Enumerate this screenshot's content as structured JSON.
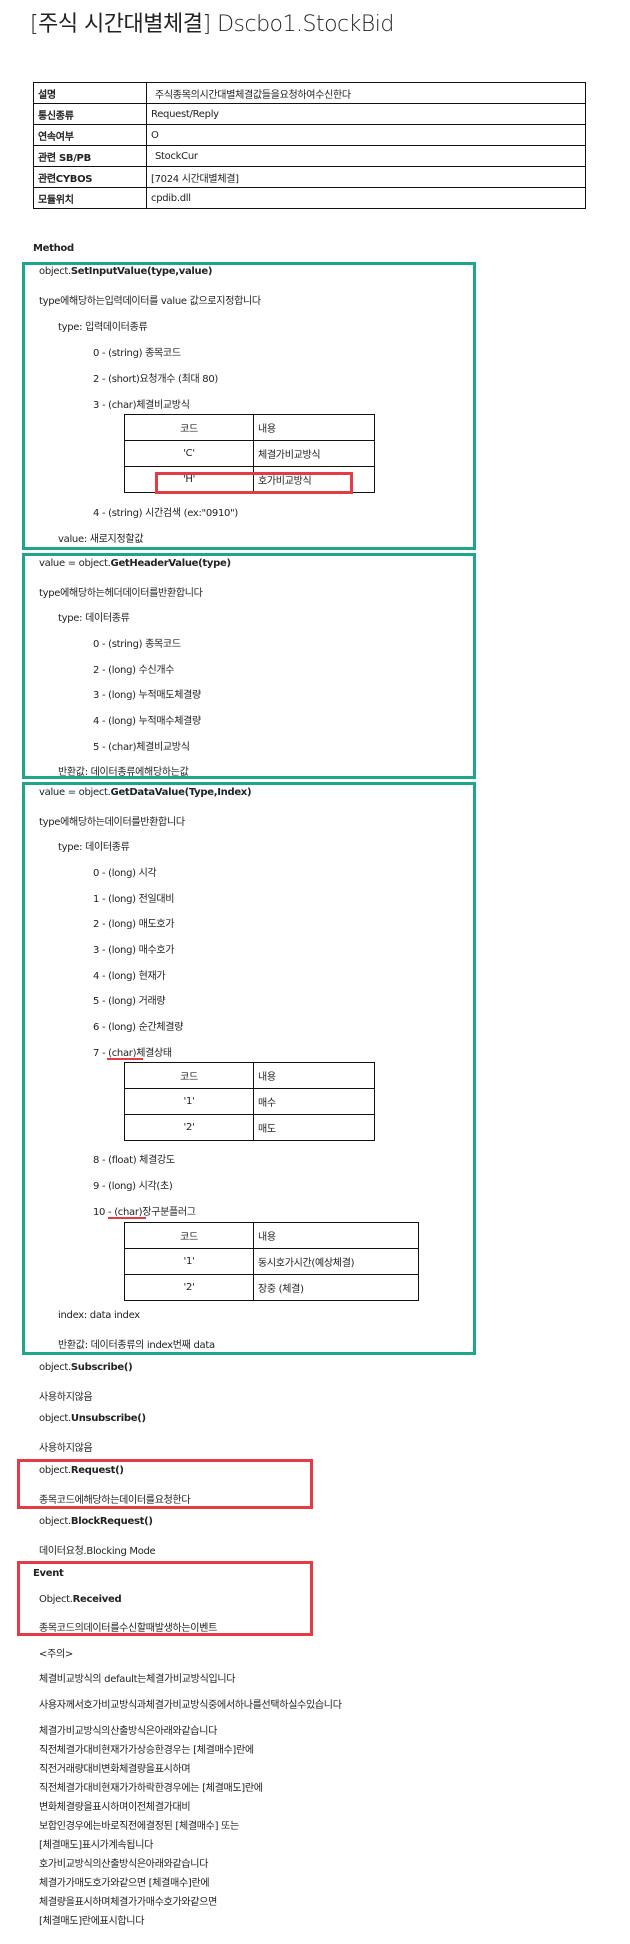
{
  "title": "[주식 시간대별체결] Dscbo1.StockBid",
  "info_table": [
    {
      "key": "설명",
      "value": "주식종목의시간대별체결값들을요청하여수신한다"
    },
    {
      "key": "통신종류",
      "value": "Request/Reply"
    },
    {
      "key": "연속여부",
      "value": "O"
    },
    {
      "key": "관련 SB/PB",
      "value": "StockCur"
    },
    {
      "key": "관련CYBOS",
      "value": "[7024 시간대별체결]"
    },
    {
      "key": "모듈위치",
      "value": "cpdib.dll"
    }
  ],
  "method_heading": "Method",
  "set_input": {
    "prefix": "object.",
    "name": "SetInputValue(type,value)",
    "desc": "type에해당하는입력데이터를 value 값으로지정합니다",
    "type_label": "type: 입력데이터종류",
    "items": [
      "0 - (string) 종목코드",
      "2 - (short)요청개수 (최대 80)",
      "3 - (char)체결비교방식"
    ],
    "table_header": [
      "코드",
      "내용"
    ],
    "table_rows": [
      [
        "'C'",
        "체결가비교방식"
      ],
      [
        "'H'",
        "호가비교방식"
      ]
    ],
    "item4": "4 - (string) 시간검색 (ex:\"0910\")",
    "value_label": "value: 새로지정할값"
  },
  "get_header": {
    "prefix": "value = object.",
    "name": "GetHeaderValue(type)",
    "desc": "type에해당하는헤더데이터를반환합니다",
    "type_label": "type: 데이터종류",
    "items": [
      "0 - (string) 종목코드",
      "2 - (long) 수신개수",
      "3 - (long) 누적매도체결량",
      "4 - (long) 누적매수체결량",
      "5 - (char)체결비교방식"
    ],
    "return_label": "반환값: 데이터종류에해당하는값"
  },
  "get_data": {
    "prefix": "value = object.",
    "name": "GetDataValue(Type,Index)",
    "desc": "type에해당하는데이터를반환합니다",
    "type_label": "type: 데이터종류",
    "items": [
      "0 - (long) 시각",
      "1 - (long) 전일대비",
      "2 - (long) 매도호가",
      "3 - (long) 매수호가",
      "4 - (long) 현재가",
      "5 - (long) 거래량",
      "6 - (long) 순간체결량"
    ],
    "item7": "7 - (char)체결상태",
    "table7_header": [
      "코드",
      "내용"
    ],
    "table7_rows": [
      [
        "'1'",
        "매수"
      ],
      [
        "'2'",
        "매도"
      ]
    ],
    "item8": "8 - (float) 체결강도",
    "item9": "9 - (long) 시각(초)",
    "item10": "10 - (char)장구분플러그",
    "table10_header": [
      "코드",
      "내용"
    ],
    "table10_rows": [
      [
        "'1'",
        "동시호가시간(예상체결)"
      ],
      [
        "'2'",
        "장중 (체결)"
      ]
    ],
    "index_label": "index: data index",
    "return_label": "반환값: 데이터종류의 index번째 data"
  },
  "subscribe": {
    "prefix": "object.",
    "name": "Subscribe()",
    "desc": "사용하지않음"
  },
  "unsubscribe": {
    "prefix": "object.",
    "name": "Unsubscribe()",
    "desc": "사용하지않음"
  },
  "request": {
    "prefix": "object.",
    "name": "Request()",
    "desc": "종목코드에해당하는데이터를요청한다"
  },
  "block_request": {
    "prefix": "object.",
    "name": "BlockRequest()",
    "desc": "데이터요청.Blocking Mode"
  },
  "event": {
    "heading": "Event",
    "prefix": "Object.",
    "name": "Received",
    "desc": "종목코드의데이터를수신할때발생하는이벤트"
  },
  "notes": [
    "<주의>",
    "체결비교방식의 default는체결가비교방식입니다",
    "사용자께서호가비교방식과체결가비교방식중에서하나를선택하실수있습니다",
    "체결가비교방식의산출방식은아래와같습니다",
    "직전체결가대비현재가가상승한경우는 [체결매수]란에",
    "직전거래량대비변화체결량을표시하며",
    "직전체결가대비현재가가하락한경우에는 [체결매도]란에",
    "변화체결량을표시하며이전체결가대비",
    "보합인경우에는바로직전에결정된 [체결매수] 또는",
    "[체결매도]표시가계속됩니다",
    "호가비교방식의산출방식은아래와같습니다",
    "체결가가매도호가와같으면 [체결매수]란에",
    "체결량을표시하며체결가가매수호가와같으면",
    "[체결매도]란에표시합니다"
  ]
}
